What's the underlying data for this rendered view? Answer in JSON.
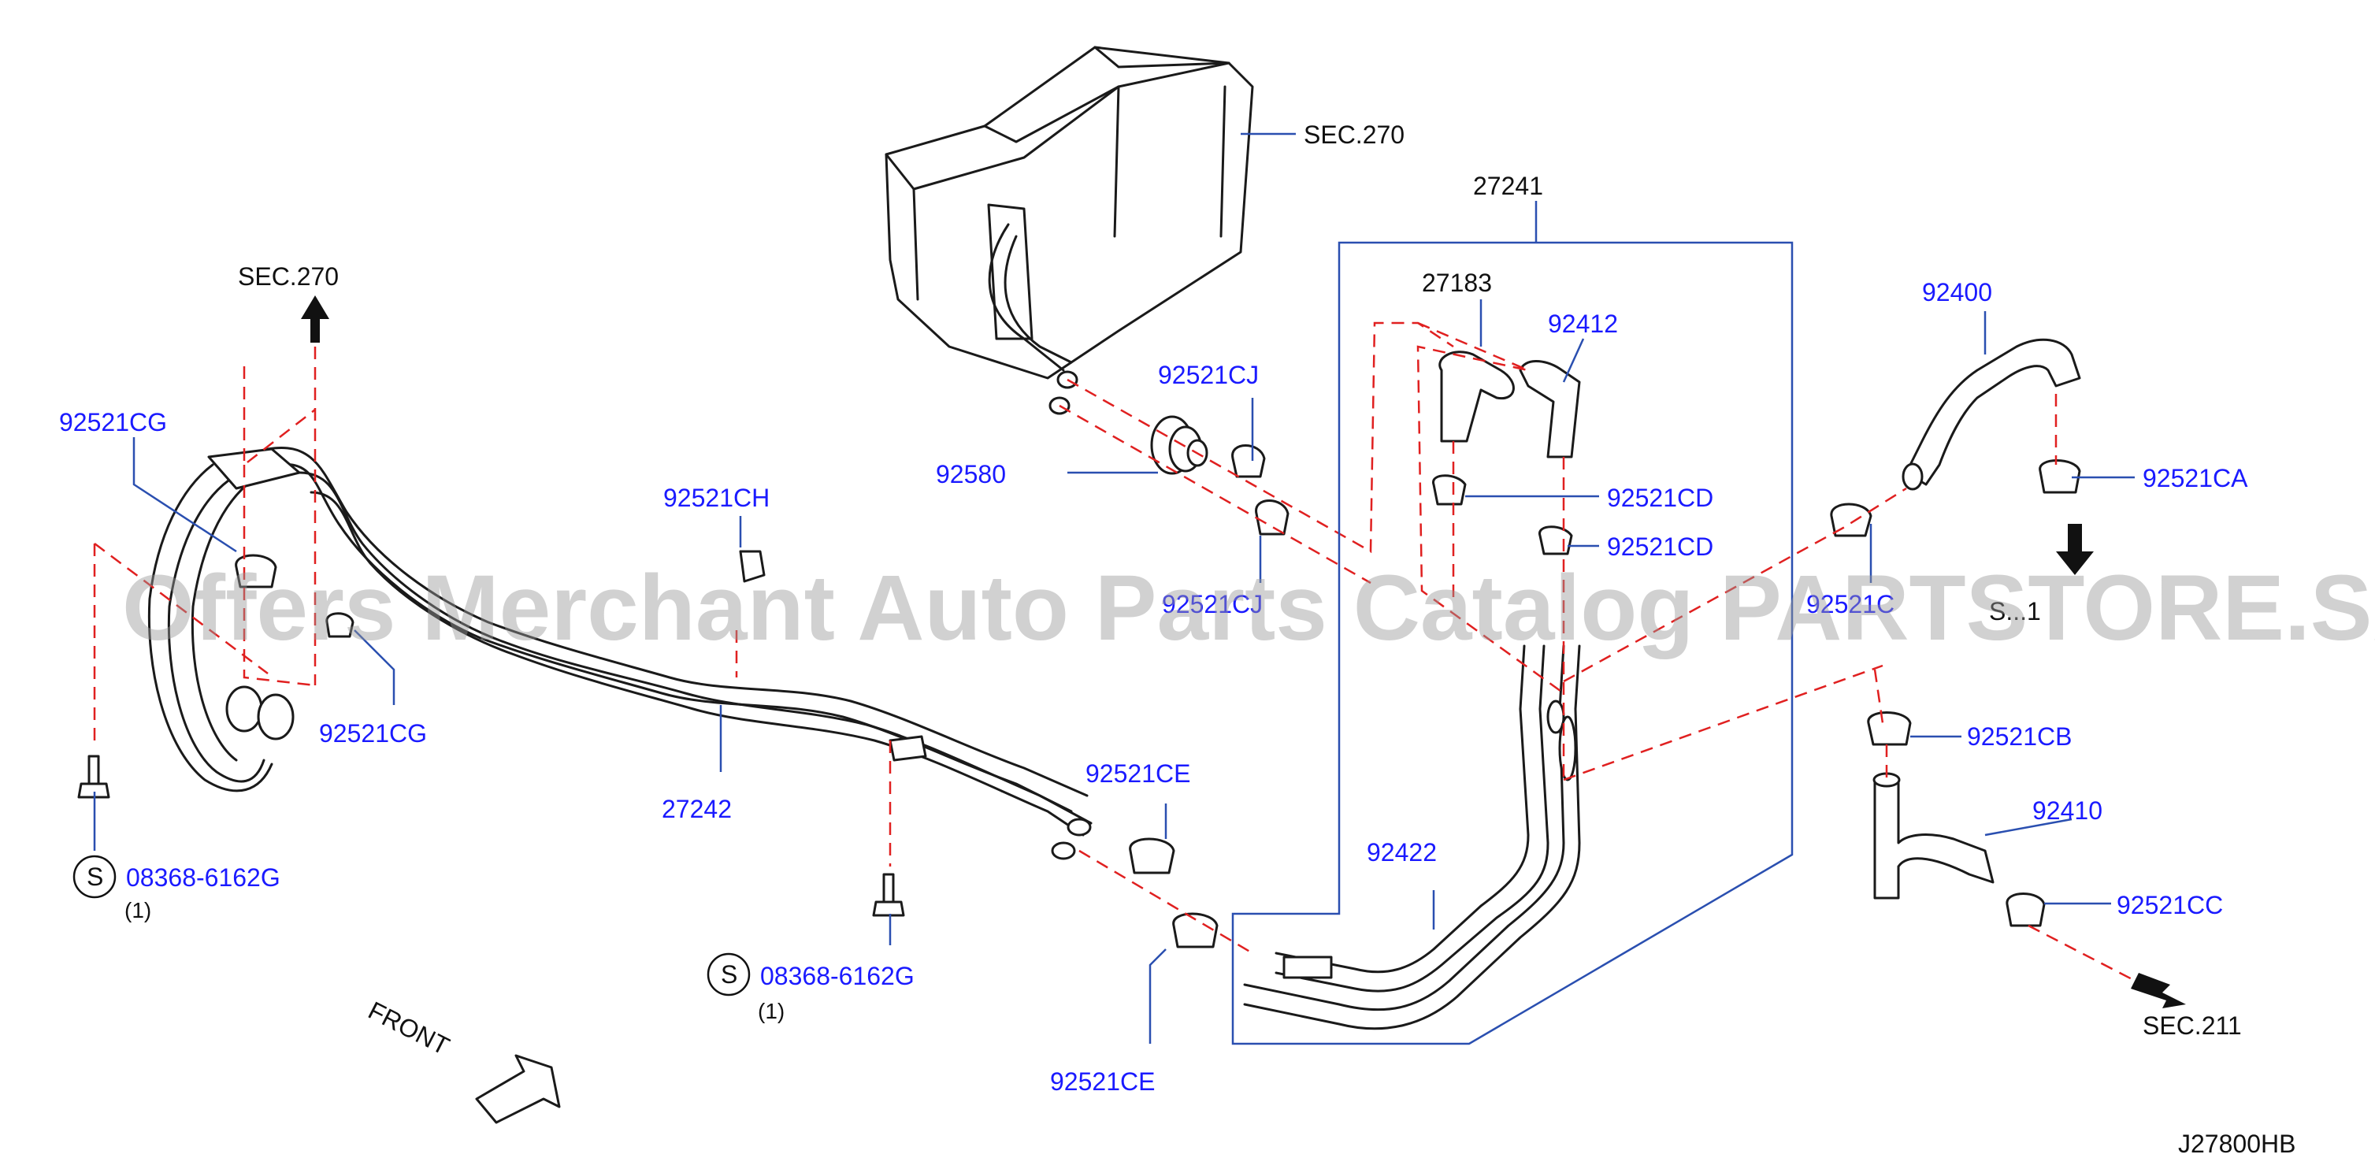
{
  "colors": {
    "part_label": "#1a1aff",
    "section_label": "#111111",
    "dashed_line": "#e02020",
    "leader": "#2a4fb0",
    "watermark": "#9a9a9a"
  },
  "watermark": "Offers Merchant Auto Parts Catalog PARTSTORE.SA",
  "diagram_code": "J27800HB",
  "front_label": "FRONT",
  "sections": {
    "top_left": "SEC.270",
    "top_center": "SEC.270",
    "right_partial": "S...1",
    "bottom_right": "SEC.211"
  },
  "parts": {
    "p27241": "27241",
    "p27183": "27183",
    "p92412": "92412",
    "p92400": "92400",
    "p92521CJ_top": "92521CJ",
    "p92580": "92580",
    "p92521CJ_bottom": "92521CJ",
    "p92521CD_a": "92521CD",
    "p92521CD_b": "92521CD",
    "p92521CA": "92521CA",
    "p92521C_partial": "92521C",
    "p92521CB": "92521CB",
    "p92410": "92410",
    "p92521CC": "92521CC",
    "p92422": "92422",
    "p92521CE_top": "92521CE",
    "p92521CE_bottom": "92521CE",
    "p92521CG_top": "92521CG",
    "p92521CG_bottom": "92521CG",
    "p92521CH": "92521CH",
    "p27242": "27242",
    "bolt_left": "08368-6162G",
    "bolt_left_qty": "(1)",
    "bolt_center": "08368-6162G",
    "bolt_center_qty": "(1)",
    "bolt_symbol": "S"
  }
}
